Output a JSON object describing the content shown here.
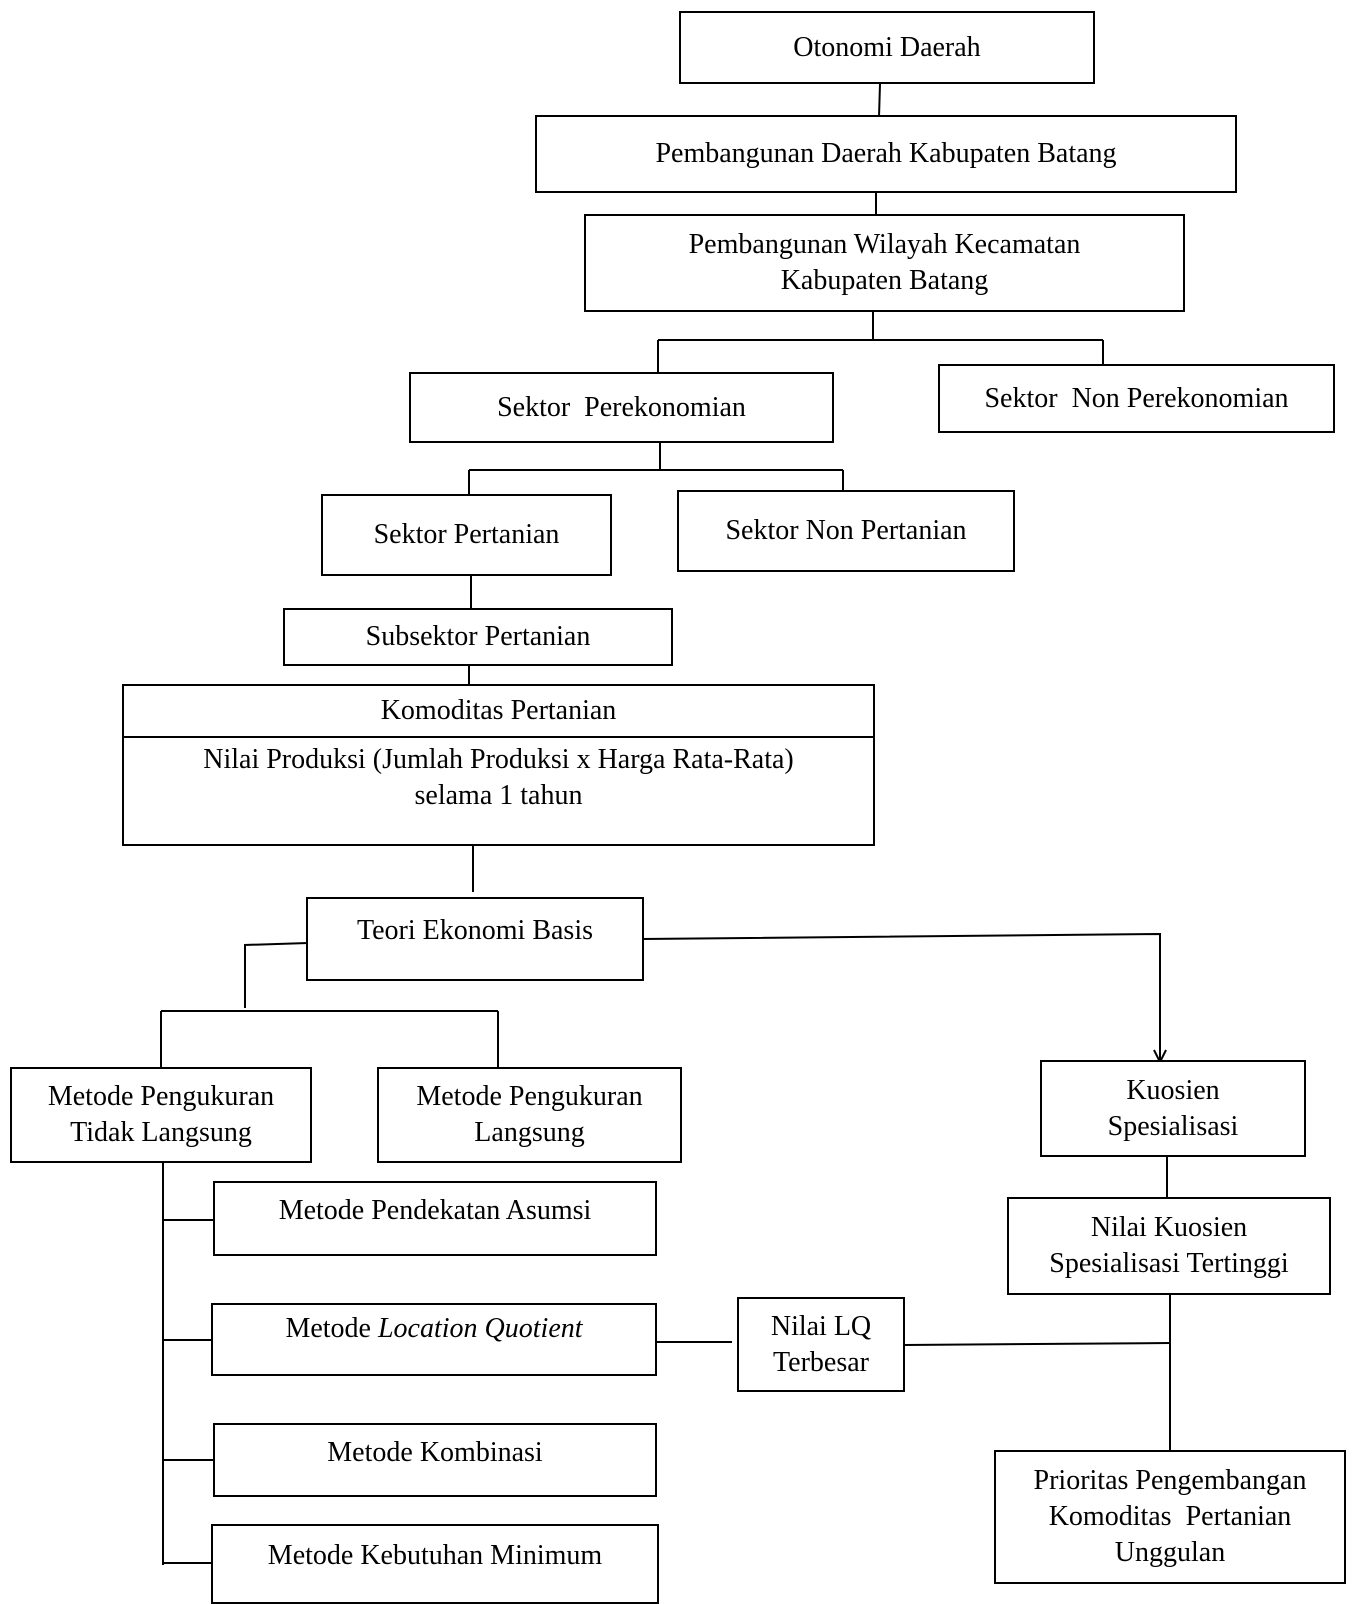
{
  "nodes": {
    "otonomi": "Otonomi Daerah",
    "pembangunan_daerah": "Pembangunan Daerah Kabupaten Batang",
    "pembangunan_wilayah": [
      "Pembangunan Wilayah Kecamatan",
      "Kabupaten Batang"
    ],
    "sektor_perekonomian": "Sektor  Perekonomian",
    "sektor_non_perekonomian": "Sektor  Non Perekonomian",
    "sektor_pertanian": "Sektor Pertanian",
    "sektor_non_pertanian": "Sektor Non Pertanian",
    "subsektor_pertanian": "Subsektor Pertanian",
    "komoditas_pertanian": "Komoditas Pertanian",
    "nilai_produksi": [
      "Nilai Produksi (Jumlah Produksi x Harga Rata-Rata)",
      "selama 1 tahun"
    ],
    "teori_ekonomi_basis": "Teori Ekonomi Basis",
    "metode_tidak_langsung": [
      "Metode Pengukuran",
      "Tidak Langsung"
    ],
    "metode_langsung": [
      "Metode Pengukuran",
      "Langsung"
    ],
    "kuosien_spesialisasi": [
      "Kuosien",
      "Spesialisasi"
    ],
    "metode_pendekatan_asumsi": "Metode Pendekatan Asumsi",
    "metode_lq_prefix": "Metode ",
    "metode_lq_italic": "Location Quotient",
    "nilai_lq_terbesar": [
      "Nilai LQ",
      "Terbesar"
    ],
    "nilai_kuosien_tertinggi": [
      "Nilai Kuosien",
      "Spesialisasi Tertinggi"
    ],
    "metode_kombinasi": "Metode Kombinasi",
    "metode_kebutuhan_minimum": "Metode Kebutuhan Minimum",
    "prioritas": [
      "Prioritas Pengembangan",
      "Komoditas  Pertanian",
      "Unggulan"
    ]
  }
}
